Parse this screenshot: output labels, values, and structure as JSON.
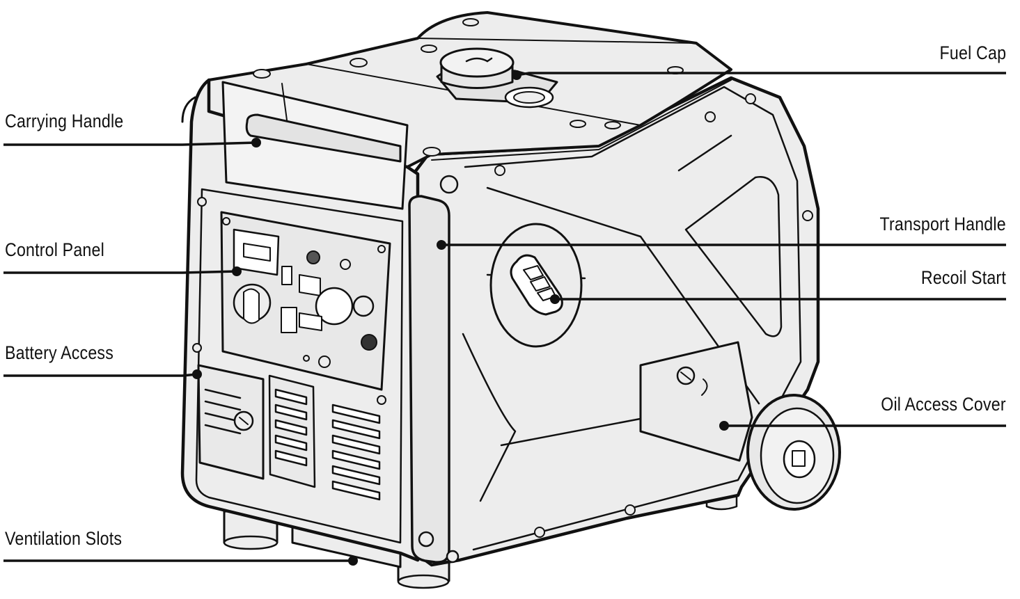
{
  "callouts": [
    {
      "id": "fuel-cap",
      "label": "Fuel Cap",
      "side": "right"
    },
    {
      "id": "carrying-handle",
      "label": "Carrying Handle",
      "side": "left"
    },
    {
      "id": "transport-handle",
      "label": "Transport Handle",
      "side": "right"
    },
    {
      "id": "control-panel",
      "label": "Control Panel",
      "side": "left"
    },
    {
      "id": "recoil-start",
      "label": "Recoil Start",
      "side": "right"
    },
    {
      "id": "battery-access",
      "label": "Battery Access",
      "side": "left"
    },
    {
      "id": "oil-access-cover",
      "label": "Oil Access Cover",
      "side": "right"
    },
    {
      "id": "ventilation-slots",
      "label": "Ventilation Slots",
      "side": "left"
    }
  ],
  "colors": {
    "line": "#111111",
    "fill": "#ededed",
    "fill_dark": "#d9d9d9",
    "background": "#ffffff"
  }
}
